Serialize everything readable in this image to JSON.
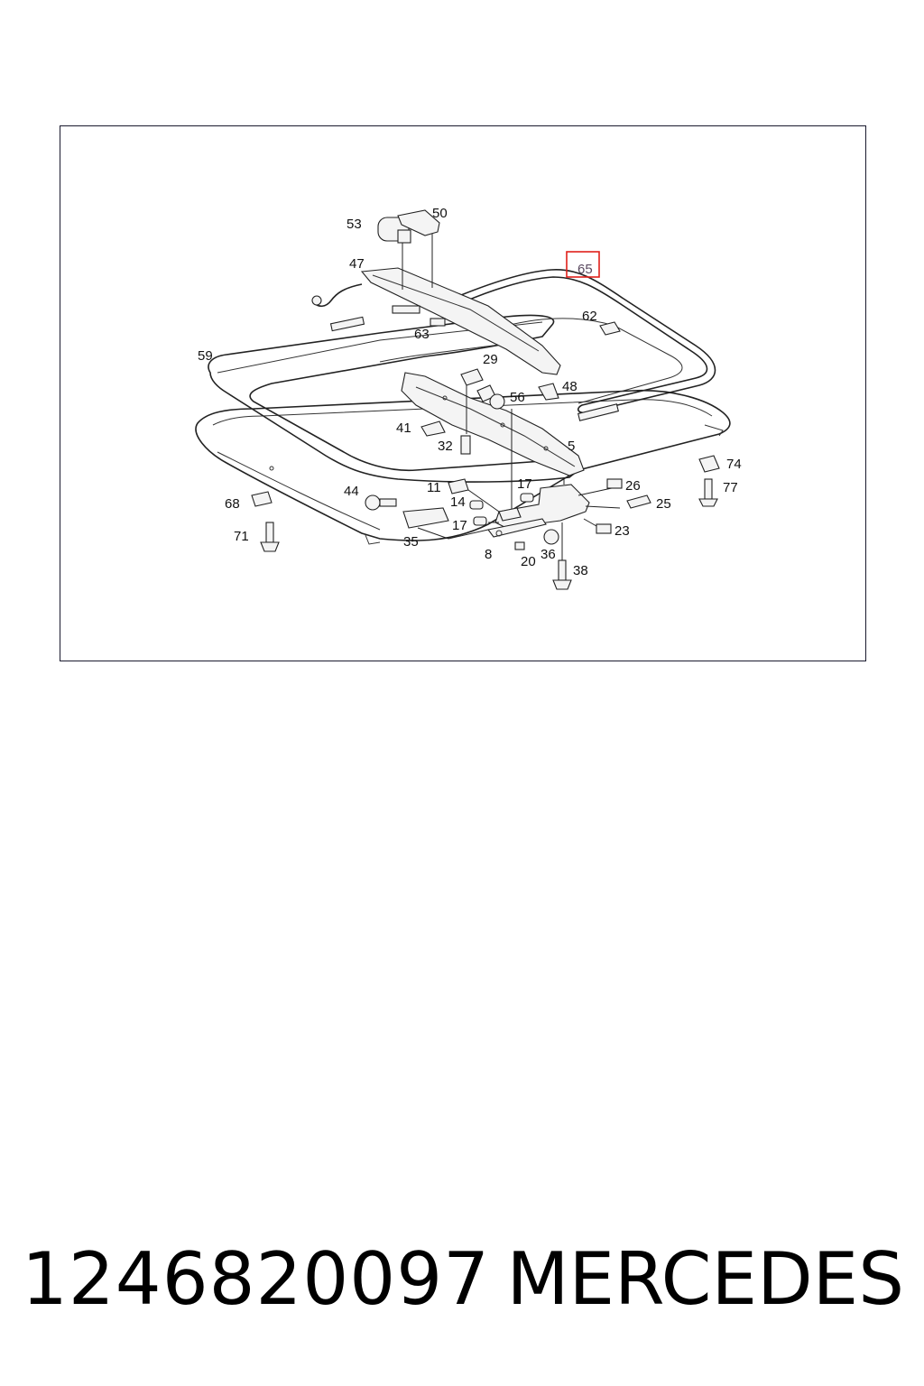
{
  "diagram": {
    "highlighted_callout": "65",
    "highlight_color": "#e0201a",
    "callouts": [
      "53",
      "50",
      "47",
      "65",
      "62",
      "63",
      "59",
      "29",
      "48",
      "56",
      "41",
      "32",
      "5",
      "74",
      "77",
      "26",
      "25",
      "23",
      "11",
      "14",
      "17",
      "17",
      "44",
      "68",
      "71",
      "35",
      "8",
      "20",
      "36",
      "38"
    ]
  },
  "footer": {
    "part_number": "1246820097",
    "brand": "MERCEDES"
  }
}
